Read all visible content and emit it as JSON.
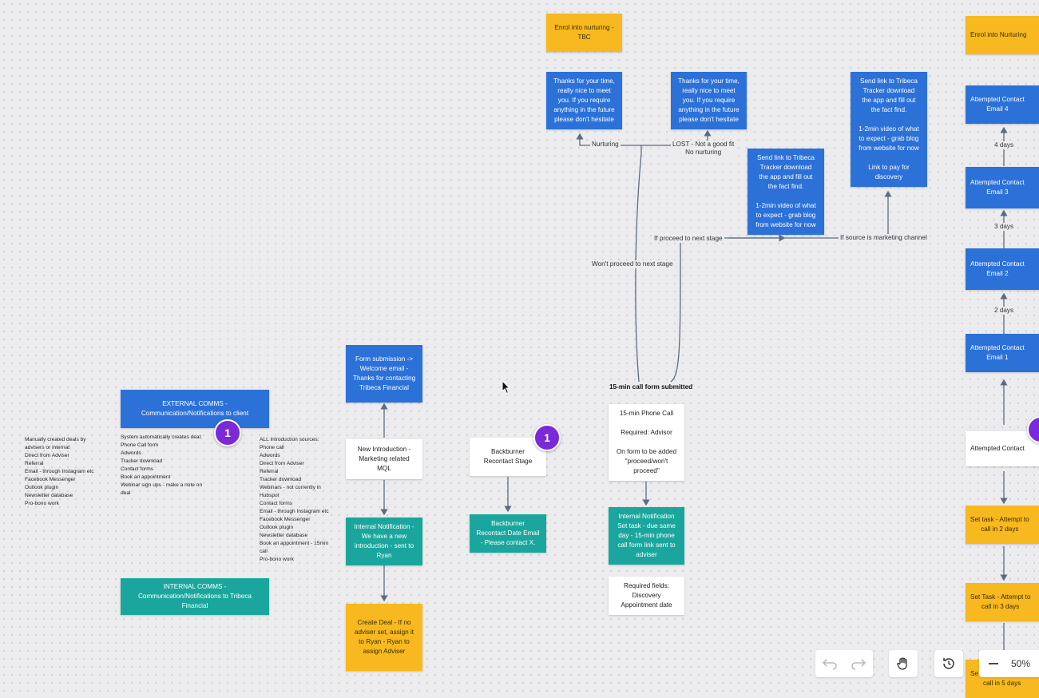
{
  "cards": {
    "enrol_nurturing_tbc": "Enrol into nurturing -\nTBC",
    "enrol_nurturing_right": "Enrol into Nurturing",
    "thanks_nurturing": "Thanks for your time,\nreally nice to meet\nyou. If you require\nanything in the future\nplease don't hesitate",
    "thanks_lost": "Thanks for your time,\nreally nice to meet\nyou. If you require\nanything in the future\nplease don't hesitate",
    "send_link_marketing": "Send link to Tribeca\nTracker download\nthe app and fill out\nthe fact find.\n\n1-2min video of what\nto expect - grab blog\nfrom website for now\n\nLink to pay for\ndiscovery",
    "send_link_proceed": "Send link to Tribeca\nTracker download\nthe app and fill out\nthe fact find.\n\n1-2min video of what\nto expect - grab blog\nfrom website for now",
    "attempted_email_4": "Attempted Contact\nEmail 4",
    "attempted_email_3": "Attempted Contact\nEmail 3",
    "attempted_email_2": "Attempted Contact\nEmail 2",
    "attempted_email_1": "Attempted Contact\nEmail 1",
    "attempted_contact": "Attempted Contact",
    "task_2_days": "Set task - Attempt to\ncall in 2 days",
    "task_3_days": "Set Task - Attempt to\ncall in 3 days",
    "task_5_days": "call in 5 days",
    "task_5_days_prefix": "Se",
    "form_submission": "Form submission ->\nWelcome email -\nThanks for contacting\nTribeca Financial",
    "external_comms": "EXTERNAL COMMS -\nCommunication/Notifications to client",
    "internal_comms": "INTERNAL COMMS -\nCommunication/Notifications to Tribeca\nFinancial",
    "new_introduction": "New Introduction -\nMarketing related\nMQL",
    "internal_notification_ryan": "Internal Notification -\nWe have a new\nintroduction - sent to\nRyan",
    "create_deal": "Create Deal - If no\nadviser set,  assign it\nto Ryan - Ryan to\nassign Adviser",
    "backburner_stage": "Backburner\nRecontact Stage",
    "backburner_email": "Backburner\nRecontact Date Email\n- Please contact X.",
    "phone_call_card": "15-min Phone Call\n\nRequired: Advisor\n\nOn form to be added\n\"proceed/won't\nproceed\"",
    "internal_notification_adviser": "Internal Notification\nSet task - due same\nday - 15-min phone\ncall form link sent to\nadviser",
    "required_fields": "Required fields:\nDiscovery\nAppointment date"
  },
  "labels": {
    "nurturing": "Nurturing",
    "lost": "LOST - Not a good fit\nNo nurturing",
    "proceed": "If proceed to next stage",
    "marketing_channel": "If source is marketing channel",
    "wont_proceed": "Won't proceed to next stage",
    "form_submitted": "15-min call form submitted",
    "days_4": "4 days",
    "days_3": "3 days",
    "days_2": "2 days"
  },
  "text_blocks": {
    "manual_deals": "Manually created deals by\nadvisers or internal:\nDirect from Adviser\nReferral\nEmail - through Instagram etc\nFacebook Messenger\nOutlook plugin\nNewsletter database\nPro-bono work",
    "system_deals": "System automatically creates deal:\nPhone Call form\nAdwords\nTracker download\nContact forms\nBook an appointment\nWebinar sign ups - make a note on\ndeal",
    "all_sources": "ALL Introduction sources:\nPhone call\nAdwords\nDirect from Adviser\nReferral\nTracker download\nWebinars - not currently in\nHubspot\nContact forms\nEmail - through Instagram etc\nFacebook Messenger\nOutlook plugin\nNewsletter database\nBook an appointment - 15min\ncall\nPro-bono work"
  },
  "badges": {
    "external_badge": "1",
    "backburner_badge": "1"
  },
  "toolbar": {
    "zoom_level": "50%",
    "undo_icon": "undo-icon",
    "redo_icon": "redo-icon",
    "hand_icon": "hand-icon",
    "history_icon": "history-icon",
    "zoom_out_icon": "minus-icon"
  },
  "colors": {
    "blue": "#2b71d8",
    "teal": "#1aa69d",
    "yellow": "#f7b91f",
    "badge": "#7a2ad8",
    "connector": "#5c6b80"
  }
}
